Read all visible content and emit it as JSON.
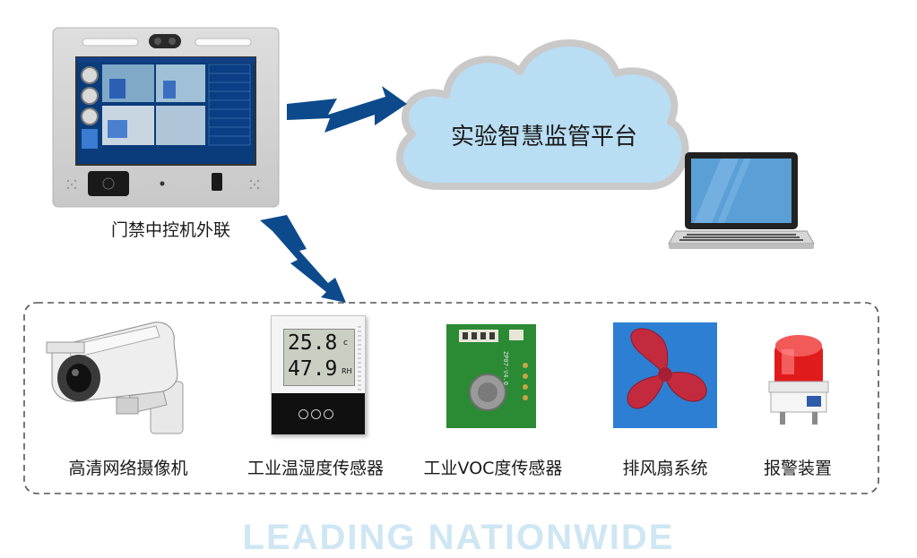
{
  "controller_label": "门禁中控机外联",
  "cloud_label": "实验智慧监管平台",
  "devices": [
    {
      "label": "高清网络摄像机"
    },
    {
      "label": "工业温湿度传感器"
    },
    {
      "label": "工业VOC度传感器"
    },
    {
      "label": "排风扇系统"
    },
    {
      "label": "报警装置"
    }
  ],
  "sensor_readings": {
    "temperature": "25.8",
    "temp_unit": "c",
    "humidity": "47.9",
    "hum_unit": "RH"
  },
  "voc_board_text": "ZP07-V4.0",
  "watermark": "LEADING NATIONWIDE",
  "colors": {
    "arrow": "#0d4a8c",
    "cloud_fill": "#b9ddf2",
    "cloud_stroke": "#c9c9c9",
    "frame_dash": "#555555"
  }
}
